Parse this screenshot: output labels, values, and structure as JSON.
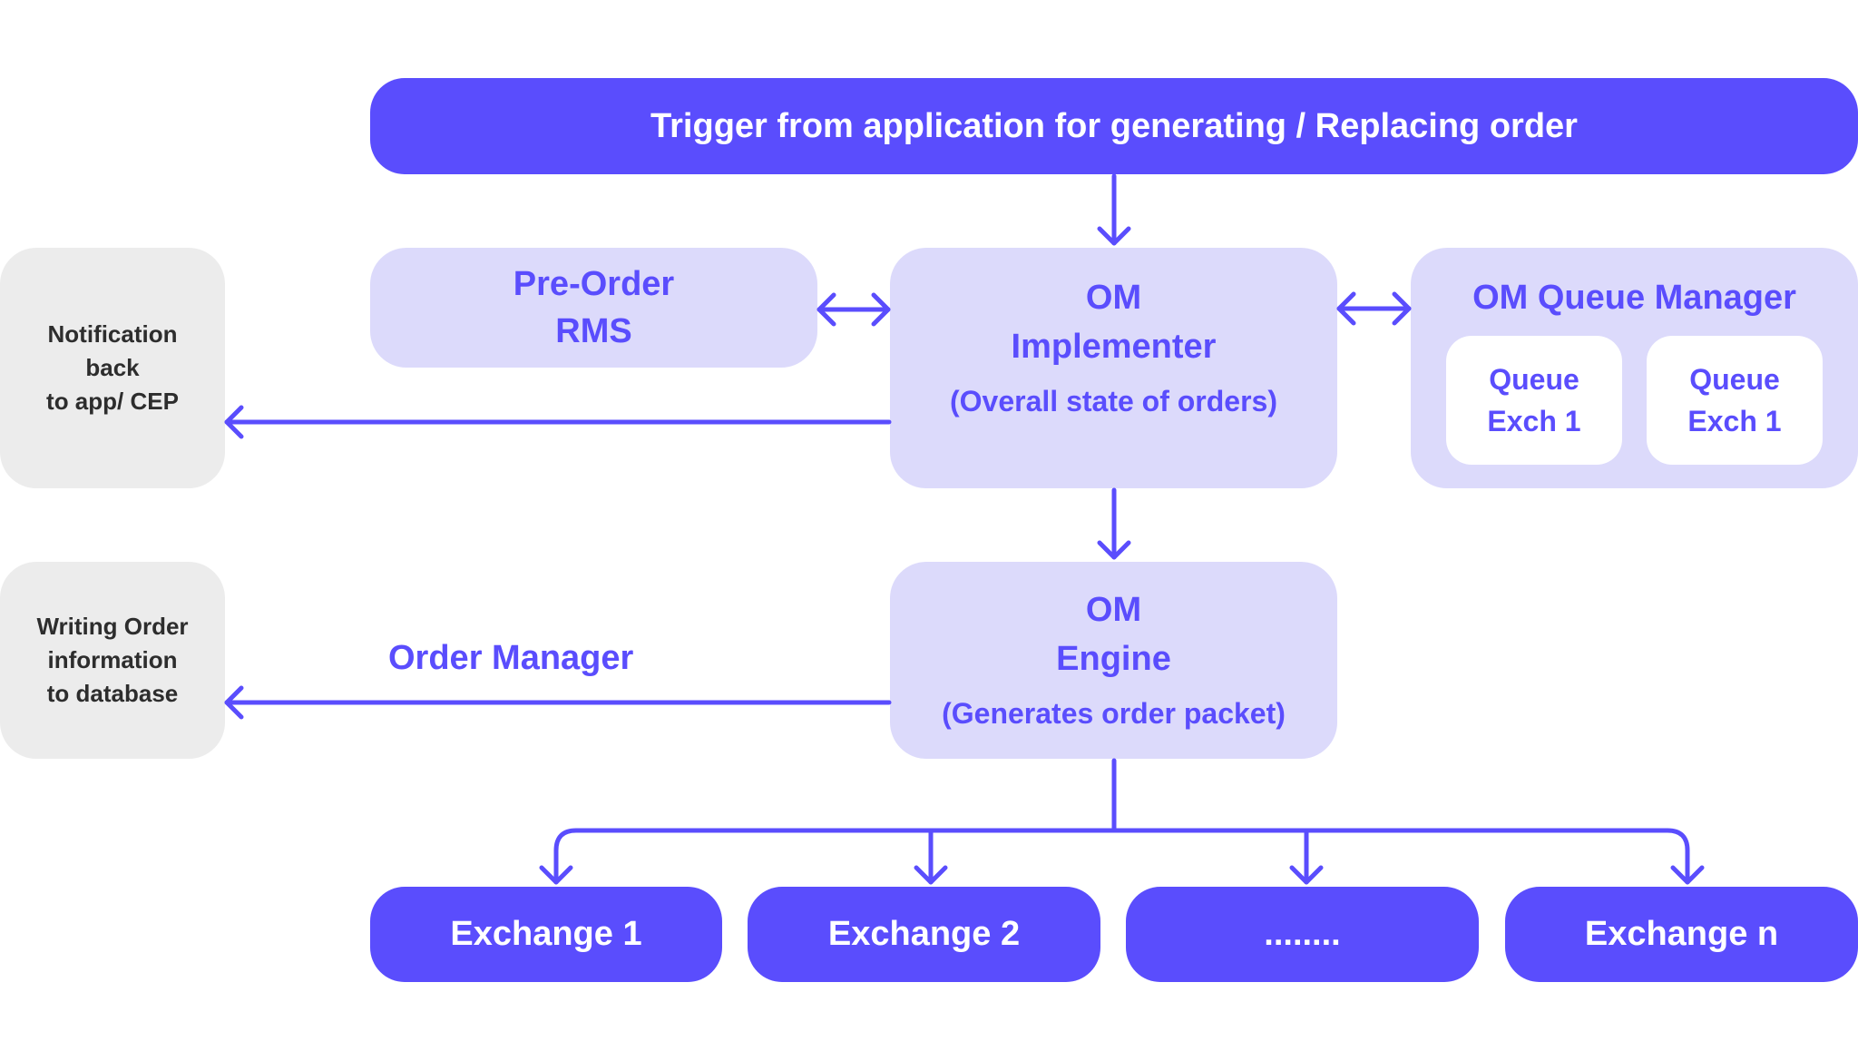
{
  "trigger": "Trigger from application for generating / Replacing order",
  "pre_order": {
    "line1": "Pre-Order",
    "line2": "RMS"
  },
  "implementer": {
    "line1": "OM",
    "line2": "Implementer",
    "line3": "(Overall state of orders)"
  },
  "queue_manager": {
    "title": "OM Queue Manager",
    "queues": [
      {
        "line1": "Queue",
        "line2": "Exch 1"
      },
      {
        "line1": "Queue",
        "line2": "Exch 1"
      }
    ]
  },
  "notification": {
    "line1": "Notification",
    "line2": "back",
    "line3": "to app/ CEP"
  },
  "engine": {
    "line1": "OM",
    "line2": "Engine",
    "line3": "(Generates order packet)"
  },
  "writing": {
    "line1": "Writing Order",
    "line2": "information",
    "line3": "to database"
  },
  "order_manager_label": "Order Manager",
  "exchanges": [
    "Exchange 1",
    "Exchange 2",
    "........",
    "Exchange n"
  ],
  "colors": {
    "primary": "#5a4dfd",
    "light": "#dcdafb",
    "gray": "#ececec",
    "dark_text": "#2d2d2d"
  }
}
